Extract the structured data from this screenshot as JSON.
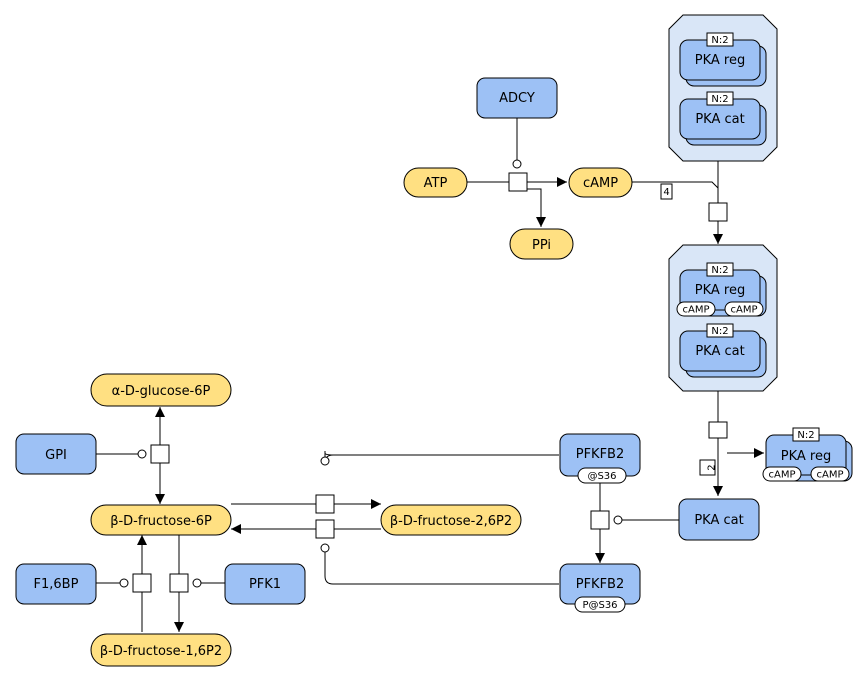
{
  "colors": {
    "simple_chemical": "#ffe082",
    "macromolecule": "#9dc1f5",
    "complex": "#d9e6f7"
  },
  "labels": {
    "adcy": "ADCY",
    "atp": "ATP",
    "camp": "cAMP",
    "ppi": "PPi",
    "pka_reg": "PKA reg",
    "pka_cat": "PKA cat",
    "multimer_card": "N:2",
    "camp_sv": "cAMP",
    "stoich_4": "4",
    "stoich_2": "2",
    "a_glc6p": "α-D-glucose-6P",
    "gpi": "GPI",
    "b_f6p": "β-D-fructose-6P",
    "f16bp": "F1,6BP",
    "pfk1": "PFK1",
    "b_f16p2": "β-D-fructose-1,6P2",
    "pfkfb2": "PFKFB2",
    "sv_s36": "@S36",
    "sv_ps36": "P@S36",
    "b_f26p2": "β-D-fructose-2,6P2"
  }
}
